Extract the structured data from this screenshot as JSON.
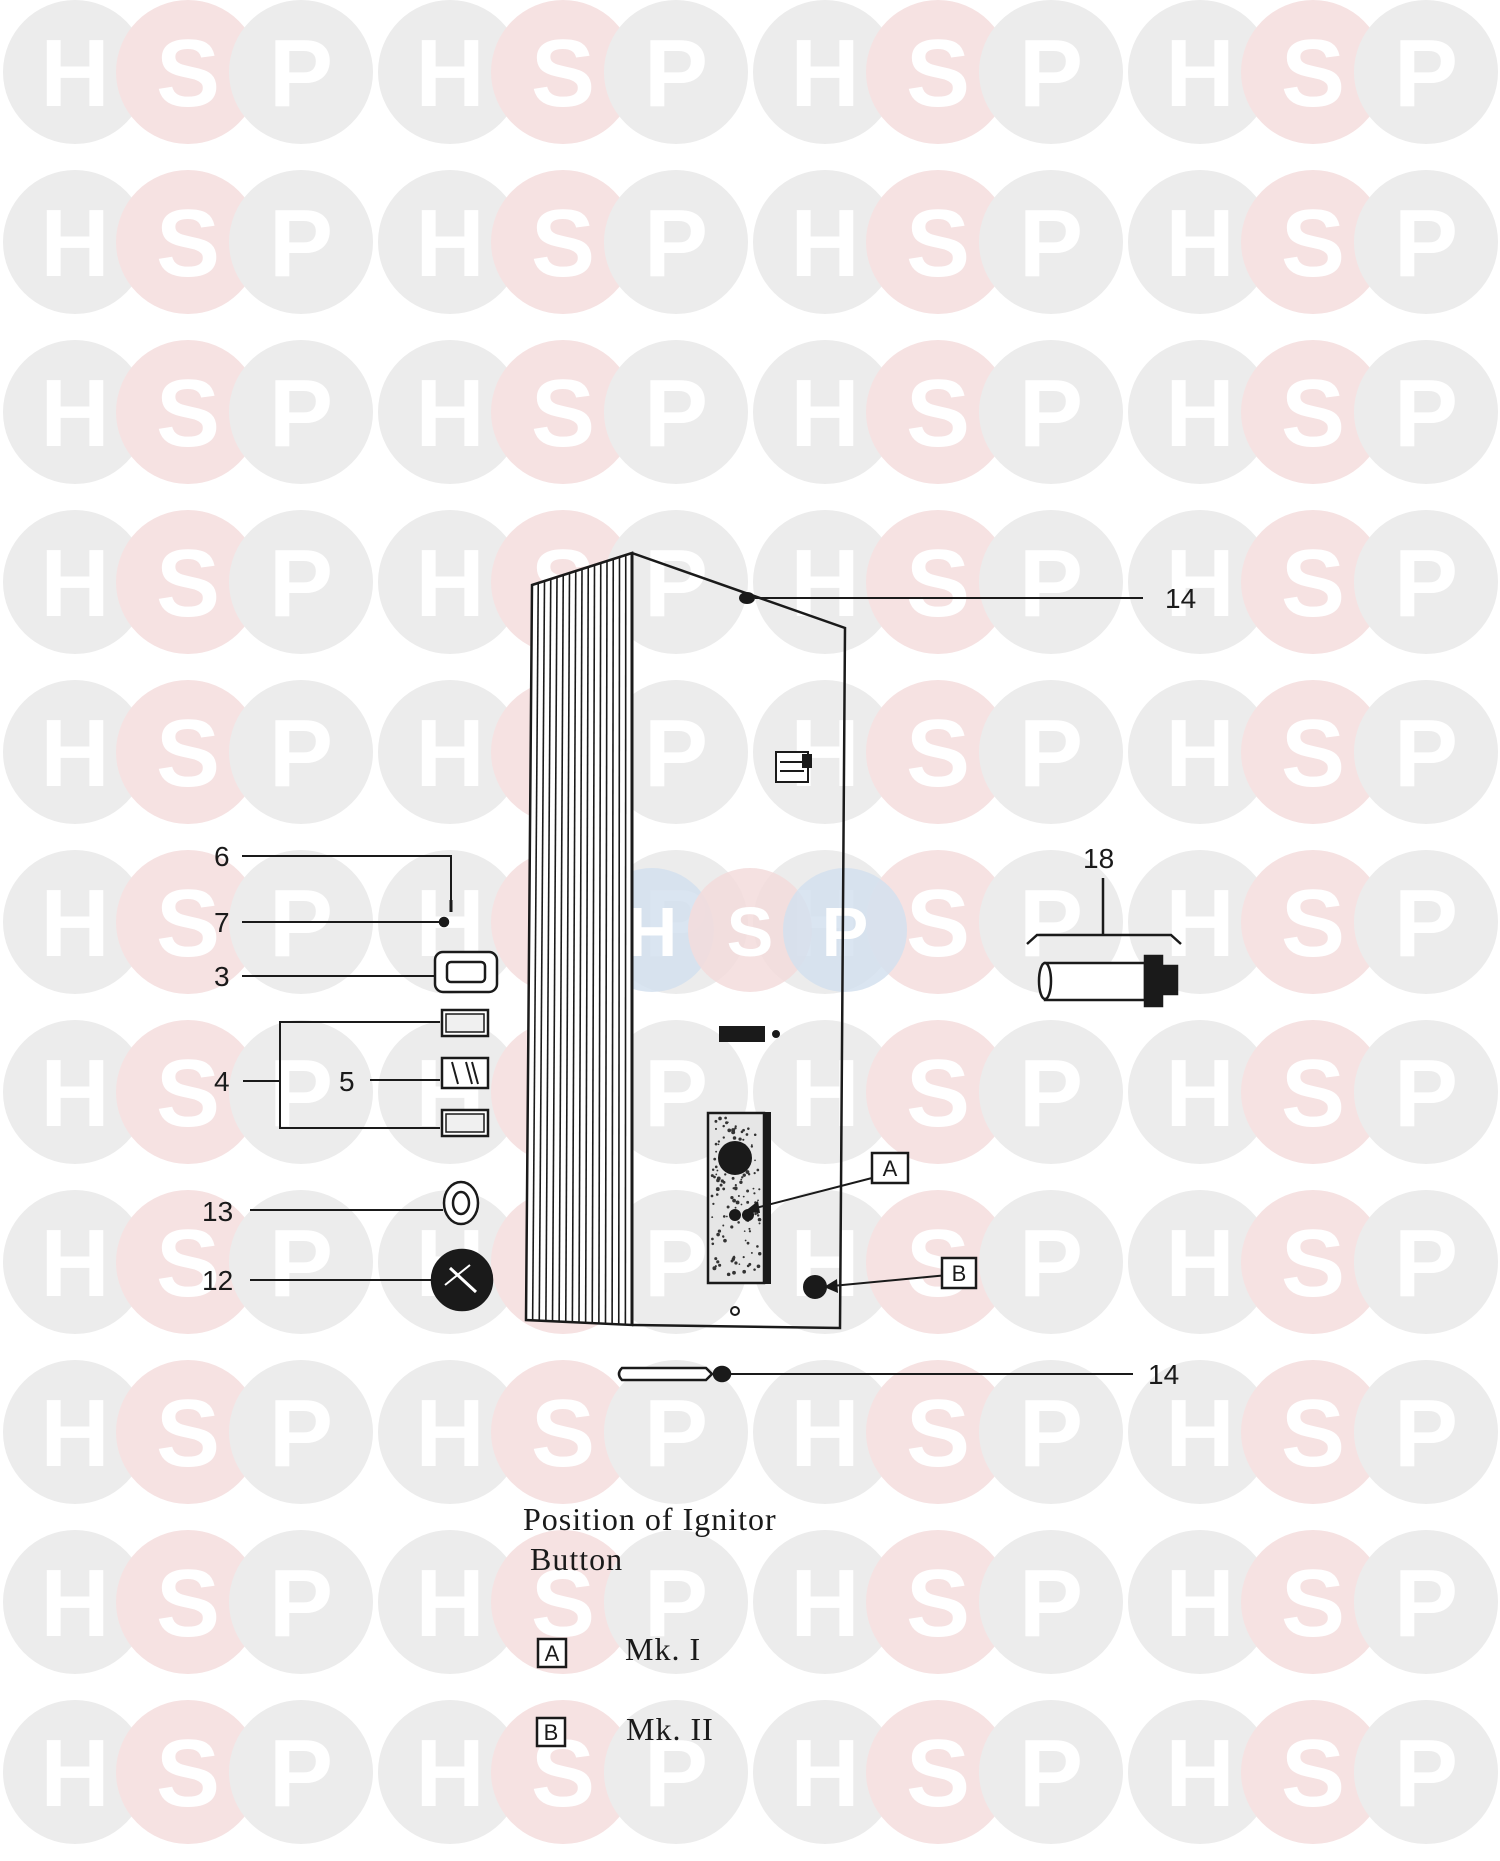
{
  "watermark": {
    "letters": [
      "H",
      "S",
      "P"
    ],
    "colors": {
      "grey": "#ececec",
      "pink": "#f6e2e2",
      "center_blue": "#d4e0ee",
      "center_pink": "#f3dcdc",
      "letter": "#ffffff"
    }
  },
  "callouts": {
    "item_14_top": "14",
    "item_18": "18",
    "item_6": "6",
    "item_7": "7",
    "item_3": "3",
    "item_4": "4",
    "item_5": "5",
    "item_13": "13",
    "item_12": "12",
    "item_14_bottom": "14",
    "box_a": "A",
    "box_b": "B"
  },
  "caption": {
    "line1": "Position of Ignitor",
    "line2": "Button"
  },
  "legend": [
    {
      "key": "A",
      "label": "Mk. I"
    },
    {
      "key": "B",
      "label": "Mk. II"
    }
  ],
  "colors": {
    "ink": "#1a1a1a",
    "paper": "#ffffff"
  }
}
